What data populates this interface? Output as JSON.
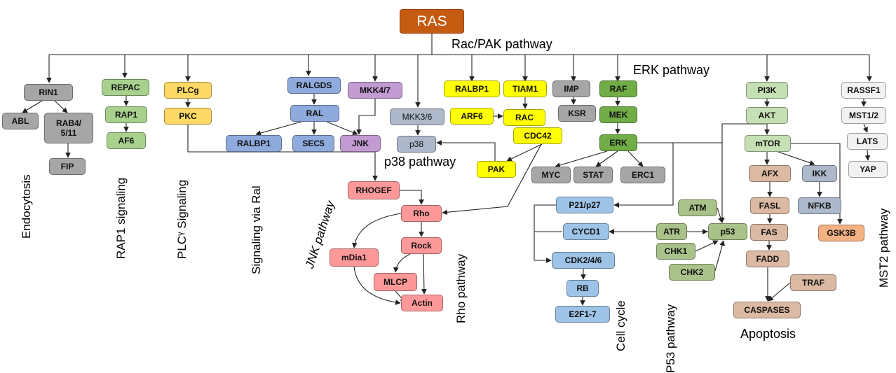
{
  "colors": {
    "ras": "#c55a11",
    "gray": "#a6a6a6",
    "green": "#a9d18e",
    "yellow_light": "#ffd966",
    "blue": "#8faadc",
    "purple": "#c39bd3",
    "slate": "#adb9ca",
    "yellow": "#ffff00",
    "dark_green": "#70ad47",
    "pale_green": "#c5e0b4",
    "white_gray": "#f2f2f2",
    "tan": "#dbb9a3",
    "pink": "#ff9999",
    "light_blue": "#9dc3e6",
    "olive": "#a9c28a",
    "orange": "#f4b183"
  },
  "nodes": [
    {
      "id": "ras",
      "label": "RAS",
      "color": "ras"
    },
    {
      "id": "rin1",
      "label": "RIN1",
      "color": "gray"
    },
    {
      "id": "abl",
      "label": "ABL",
      "color": "gray"
    },
    {
      "id": "rab4",
      "label": "RAB4/\n5/11",
      "color": "gray"
    },
    {
      "id": "fip",
      "label": "FIP",
      "color": "gray"
    },
    {
      "id": "repac",
      "label": "REPAC",
      "color": "green"
    },
    {
      "id": "rap1",
      "label": "RAP1",
      "color": "green"
    },
    {
      "id": "af6",
      "label": "AF6",
      "color": "green"
    },
    {
      "id": "plcg",
      "label": "PLCg",
      "color": "yellow_light"
    },
    {
      "id": "pkc",
      "label": "PKC",
      "color": "yellow_light"
    },
    {
      "id": "ralgds",
      "label": "RALGDS",
      "color": "blue"
    },
    {
      "id": "ral",
      "label": "RAL",
      "color": "blue"
    },
    {
      "id": "ralbp1a",
      "label": "RALBP1",
      "color": "blue"
    },
    {
      "id": "sec5",
      "label": "SEC5",
      "color": "blue"
    },
    {
      "id": "mkk47",
      "label": "MKK4/7",
      "color": "purple"
    },
    {
      "id": "jnk",
      "label": "JNK",
      "color": "purple"
    },
    {
      "id": "mkk36",
      "label": "MKK3/6",
      "color": "slate"
    },
    {
      "id": "p38",
      "label": "p38",
      "color": "slate"
    },
    {
      "id": "ralbp1b",
      "label": "RALBP1",
      "color": "yellow"
    },
    {
      "id": "tiam1",
      "label": "TIAM1",
      "color": "yellow"
    },
    {
      "id": "arf6",
      "label": "ARF6",
      "color": "yellow"
    },
    {
      "id": "rac",
      "label": "RAC",
      "color": "yellow"
    },
    {
      "id": "cdc42",
      "label": "CDC42",
      "color": "yellow"
    },
    {
      "id": "pak",
      "label": "PAK",
      "color": "yellow"
    },
    {
      "id": "imp",
      "label": "IMP",
      "color": "gray"
    },
    {
      "id": "ksr",
      "label": "KSR",
      "color": "gray"
    },
    {
      "id": "raf",
      "label": "RAF",
      "color": "dark_green"
    },
    {
      "id": "mek",
      "label": "MEK",
      "color": "dark_green"
    },
    {
      "id": "erk",
      "label": "ERK",
      "color": "dark_green"
    },
    {
      "id": "myc",
      "label": "MYC",
      "color": "gray"
    },
    {
      "id": "stat",
      "label": "STAT",
      "color": "gray"
    },
    {
      "id": "erc1",
      "label": "ERC1",
      "color": "gray"
    },
    {
      "id": "pi3k",
      "label": "PI3K",
      "color": "pale_green"
    },
    {
      "id": "akt",
      "label": "AKT",
      "color": "pale_green"
    },
    {
      "id": "mtor",
      "label": "mTOR",
      "color": "pale_green"
    },
    {
      "id": "afx",
      "label": "AFX",
      "color": "tan"
    },
    {
      "id": "ikk",
      "label": "IKK",
      "color": "slate"
    },
    {
      "id": "nfkb",
      "label": "NFKB",
      "color": "slate"
    },
    {
      "id": "fasl",
      "label": "FASL",
      "color": "tan"
    },
    {
      "id": "fas",
      "label": "FAS",
      "color": "tan"
    },
    {
      "id": "fadd",
      "label": "FADD",
      "color": "tan"
    },
    {
      "id": "traf",
      "label": "TRAF",
      "color": "tan"
    },
    {
      "id": "caspases",
      "label": "CASPASES",
      "color": "tan"
    },
    {
      "id": "gsk3b",
      "label": "GSK3B",
      "color": "orange"
    },
    {
      "id": "rassf1",
      "label": "RASSF1",
      "color": "white_gray"
    },
    {
      "id": "mst12",
      "label": "MST1/2",
      "color": "white_gray"
    },
    {
      "id": "lats",
      "label": "LATS",
      "color": "white_gray"
    },
    {
      "id": "yap",
      "label": "YAP",
      "color": "white_gray"
    },
    {
      "id": "rhogef",
      "label": "RHOGEF",
      "color": "pink"
    },
    {
      "id": "rho",
      "label": "Rho",
      "color": "pink"
    },
    {
      "id": "mdia1",
      "label": "mDia1",
      "color": "pink"
    },
    {
      "id": "rock",
      "label": "Rock",
      "color": "pink"
    },
    {
      "id": "mlcp",
      "label": "MLCP",
      "color": "pink"
    },
    {
      "id": "actin",
      "label": "Actin",
      "color": "pink"
    },
    {
      "id": "p21",
      "label": "P21/p27",
      "color": "light_blue"
    },
    {
      "id": "cycd1",
      "label": "CYCD1",
      "color": "light_blue"
    },
    {
      "id": "cdk",
      "label": "CDK2/4/6",
      "color": "light_blue"
    },
    {
      "id": "rb",
      "label": "RB",
      "color": "light_blue"
    },
    {
      "id": "e2f",
      "label": "E2F1-7",
      "color": "light_blue"
    },
    {
      "id": "atm",
      "label": "ATM",
      "color": "olive"
    },
    {
      "id": "atr",
      "label": "ATR",
      "color": "olive"
    },
    {
      "id": "p53",
      "label": "p53",
      "color": "olive"
    },
    {
      "id": "chk1",
      "label": "CHK1",
      "color": "olive"
    },
    {
      "id": "chk2",
      "label": "CHK2",
      "color": "olive"
    }
  ],
  "pathway_labels": [
    {
      "id": "endocytosis",
      "text": "Endocytosis",
      "vertical": true
    },
    {
      "id": "rap1_signaling",
      "text": "RAP1 signaling",
      "vertical": true
    },
    {
      "id": "plc_signaling",
      "text": "PLCᵞ Signaling",
      "vertical": true
    },
    {
      "id": "ral_signaling",
      "text": "Signaling via Ral",
      "vertical": true
    },
    {
      "id": "jnk_pathway",
      "text": "JNK pathway",
      "vertical": true
    },
    {
      "id": "rho_pathway",
      "text": "Rho pathway",
      "vertical": true
    },
    {
      "id": "cell_cycle",
      "text": "Cell cycle",
      "vertical": true
    },
    {
      "id": "p53_pathway",
      "text": "P53 pathway",
      "vertical": true
    },
    {
      "id": "mst2_pathway",
      "text": "MST2 pathway",
      "vertical": true
    },
    {
      "id": "racpak_pathway",
      "text": "Rac/PAK pathway",
      "vertical": false
    },
    {
      "id": "erk_pathway",
      "text": "ERK pathway",
      "vertical": false
    },
    {
      "id": "p38_pathway",
      "text": "p38 pathway",
      "vertical": false
    },
    {
      "id": "apoptosis",
      "text": "Apoptosis",
      "vertical": false
    }
  ]
}
